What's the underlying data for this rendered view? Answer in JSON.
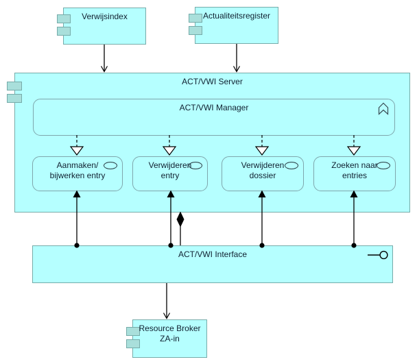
{
  "colors": {
    "shape_fill": "#B5FFFF",
    "tab_fill": "#A9DFDB",
    "shape_border": "#76ABA9",
    "rounded_border": "#7FA6AC",
    "text": "#102030",
    "connector": "#000000"
  },
  "nodes": {
    "verwijsindex": {
      "label": "Verwijsindex",
      "icon": "component-icon"
    },
    "actualiteitsregister": {
      "label": "Actualiteitsregister",
      "icon": "component-icon"
    },
    "server": {
      "label": "ACT/VWI Server",
      "icon": "component-icon"
    },
    "manager": {
      "label": "ACT/VWI Manager",
      "icon": "function-icon"
    },
    "services": [
      {
        "line1": "Aanmaken/",
        "line2": "bijwerken entry",
        "icon": "service-oval-icon"
      },
      {
        "line1": "Verwijderen",
        "line2": "entry",
        "icon": "service-oval-icon"
      },
      {
        "line1": "Verwijderen",
        "line2": "dossier",
        "icon": "service-oval-icon"
      },
      {
        "line1": "Zoeken naar",
        "line2": "entries",
        "icon": "service-oval-icon"
      }
    ],
    "interface": {
      "label": "ACT/VWI Interface",
      "icon": "interface-lollipop-icon"
    },
    "resource_broker": {
      "line1": "Resource Broker",
      "line2": "ZA-in",
      "icon": "component-icon"
    }
  }
}
